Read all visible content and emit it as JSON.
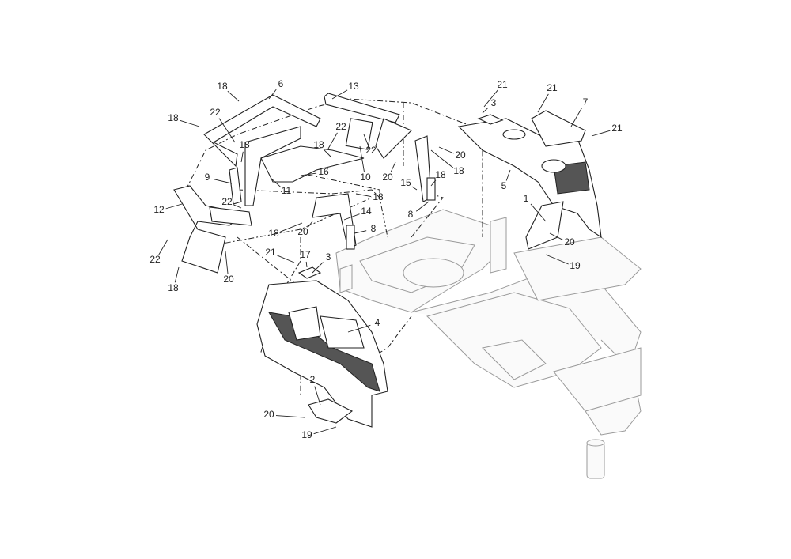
{
  "diagram": {
    "type": "exploded parts diagram",
    "callouts": [
      "18",
      "6",
      "13",
      "21",
      "21",
      "3",
      "7",
      "21",
      "18",
      "22",
      "18",
      "22",
      "18",
      "22",
      "20",
      "18",
      "18",
      "9",
      "16",
      "10",
      "20",
      "15",
      "5",
      "11",
      "22",
      "18",
      "1",
      "12",
      "14",
      "8",
      "8",
      "20",
      "18",
      "20",
      "22",
      "21",
      "17",
      "3",
      "19",
      "20",
      "18",
      "4",
      "2",
      "20",
      "19"
    ]
  }
}
